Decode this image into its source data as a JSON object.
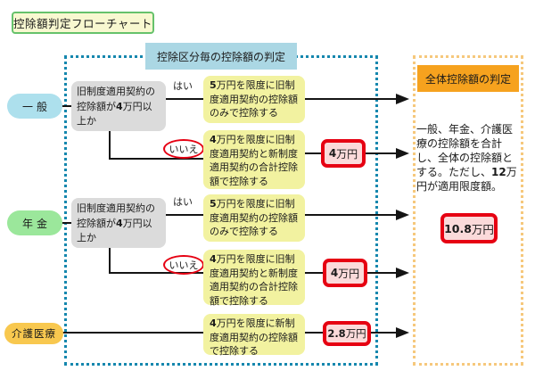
{
  "title": "控除額判定フローチャート",
  "flow_panel": {
    "header": "控除区分毎の控除額の判定",
    "yes_label": "はい",
    "no_label": "いいえ",
    "rows": [
      {
        "category": "一般",
        "condition": "旧制度適用契約の控除額が4万円以上か",
        "yes_result": "5万円を限度に旧制度適用契約の控除額のみで控除する",
        "no_result": "4万円を限度に旧制度適用契約と新制度適用契約の合計控除額で控除する",
        "no_amount": "4万円"
      },
      {
        "category": "年金",
        "condition": "旧制度適用契約の控除額が4万円以上か",
        "yes_result": "5万円を限度に旧制度適用契約の控除額のみで控除する",
        "no_result": "4万円を限度に旧制度適用契約と新制度適用契約の合計控除額で控除する",
        "no_amount": "4万円"
      },
      {
        "category": "介護医療",
        "result": "4万円を限度に新制度適用契約の控除額で控除する",
        "amount": "2.8万円"
      }
    ]
  },
  "total_panel": {
    "header": "全体控除額の判定",
    "description": "一般、年金、介護医療の控除額を合計し、全体の控除額とする。ただし、12万円が適用限度額。",
    "amount": "10.8万円"
  },
  "colors": {
    "flow_border": "#1587ae",
    "total_border": "#f6c87c",
    "flow_header_bg": "#abd7e4",
    "total_header_bg": "#f6a21e",
    "title_bg": "#f8f8d0",
    "title_border": "#66c26b",
    "category_general_bg": "#ade0ed",
    "category_pension_bg": "#9be79b",
    "category_care_bg": "#f8c84f",
    "condition_bg": "#dbdbdb",
    "result_bg": "#f2f2a0",
    "amount_border": "#e60012",
    "amount_bg": "#fbdada"
  }
}
